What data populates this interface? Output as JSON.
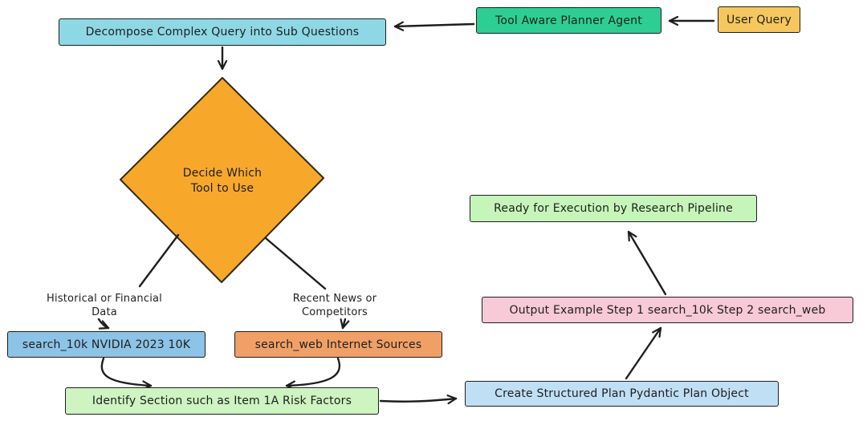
{
  "diagram": {
    "title_hint": "Tool Aware Planner Agent flowchart",
    "ink_color": "#1e1e1e",
    "background": "#ffffff",
    "nodes": {
      "user_query": {
        "label": "User Query",
        "fill": "#F5C75E",
        "shape": "rectangle"
      },
      "planner": {
        "label": "Tool Aware Planner Agent",
        "fill": "#2DCE93",
        "shape": "rectangle"
      },
      "decompose": {
        "label": "Decompose Complex Query into Sub Questions",
        "fill": "#8ED8E6",
        "shape": "rectangle"
      },
      "decide": {
        "line1": "Decide Which",
        "line2": "Tool to Use",
        "fill": "#F7A82B",
        "shape": "diamond"
      },
      "search_10k": {
        "label": "search_10k NVIDIA 2023 10K",
        "fill": "#8CC3E6",
        "shape": "rectangle"
      },
      "search_web": {
        "label": "search_web Internet Sources",
        "fill": "#F0A066",
        "shape": "rectangle"
      },
      "identify": {
        "label": "Identify Section such as Item 1A Risk Factors",
        "fill": "#CDF4C1",
        "shape": "rectangle"
      },
      "create_plan": {
        "label": "Create Structured Plan Pydantic Plan Object",
        "fill": "#BFDFF4",
        "shape": "rectangle"
      },
      "output_example": {
        "label": "Output Example Step 1 search_10k Step 2 search_web",
        "fill": "#F8C9D7",
        "shape": "rectangle"
      },
      "ready": {
        "label": "Ready for Execution by Research Pipeline",
        "fill": "#C6F5BA",
        "shape": "rectangle"
      }
    },
    "labels": {
      "left_branch": {
        "line1": "Historical or Financial",
        "line2": "Data"
      },
      "right_branch": {
        "line1": "Recent News or",
        "line2": "Competitors"
      }
    },
    "edges": [
      {
        "from": "user_query",
        "to": "planner"
      },
      {
        "from": "planner",
        "to": "decompose"
      },
      {
        "from": "decompose",
        "to": "decide"
      },
      {
        "from": "decide",
        "to": "search_10k",
        "via": "left_branch"
      },
      {
        "from": "decide",
        "to": "search_web",
        "via": "right_branch"
      },
      {
        "from": "search_10k",
        "to": "identify"
      },
      {
        "from": "search_web",
        "to": "identify"
      },
      {
        "from": "identify",
        "to": "create_plan"
      },
      {
        "from": "create_plan",
        "to": "output_example"
      },
      {
        "from": "output_example",
        "to": "ready"
      }
    ]
  }
}
